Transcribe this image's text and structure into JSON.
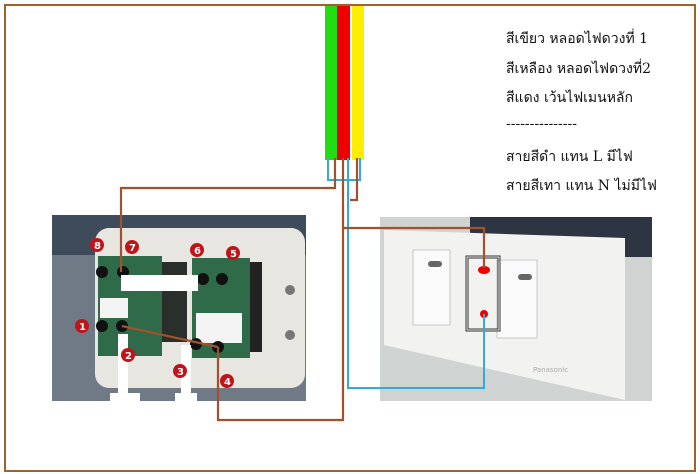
{
  "legend": {
    "lines": [
      "สีเขียว หลอดไฟดวงที่ 1",
      "สีเหลือง หลอดไฟดวงที่2",
      "สีแดง เว้นไฟเมนหลัก",
      "---------------",
      "สายสีดำ แทน L  มีไฟ",
      "สายสีเทา แทน N ไม่มีไฟ"
    ]
  },
  "terminals": [
    "1",
    "2",
    "3",
    "4",
    "5",
    "6",
    "7",
    "8"
  ],
  "brand_text": "Panasonic",
  "colors": {
    "green": "#22dd11",
    "red": "#ee0000",
    "yellow": "#ffee00",
    "brown_wire": "#a0522d",
    "blue_wire": "#33aadd",
    "frame": "#a0622d",
    "terminal_badge": "#c0131a"
  }
}
